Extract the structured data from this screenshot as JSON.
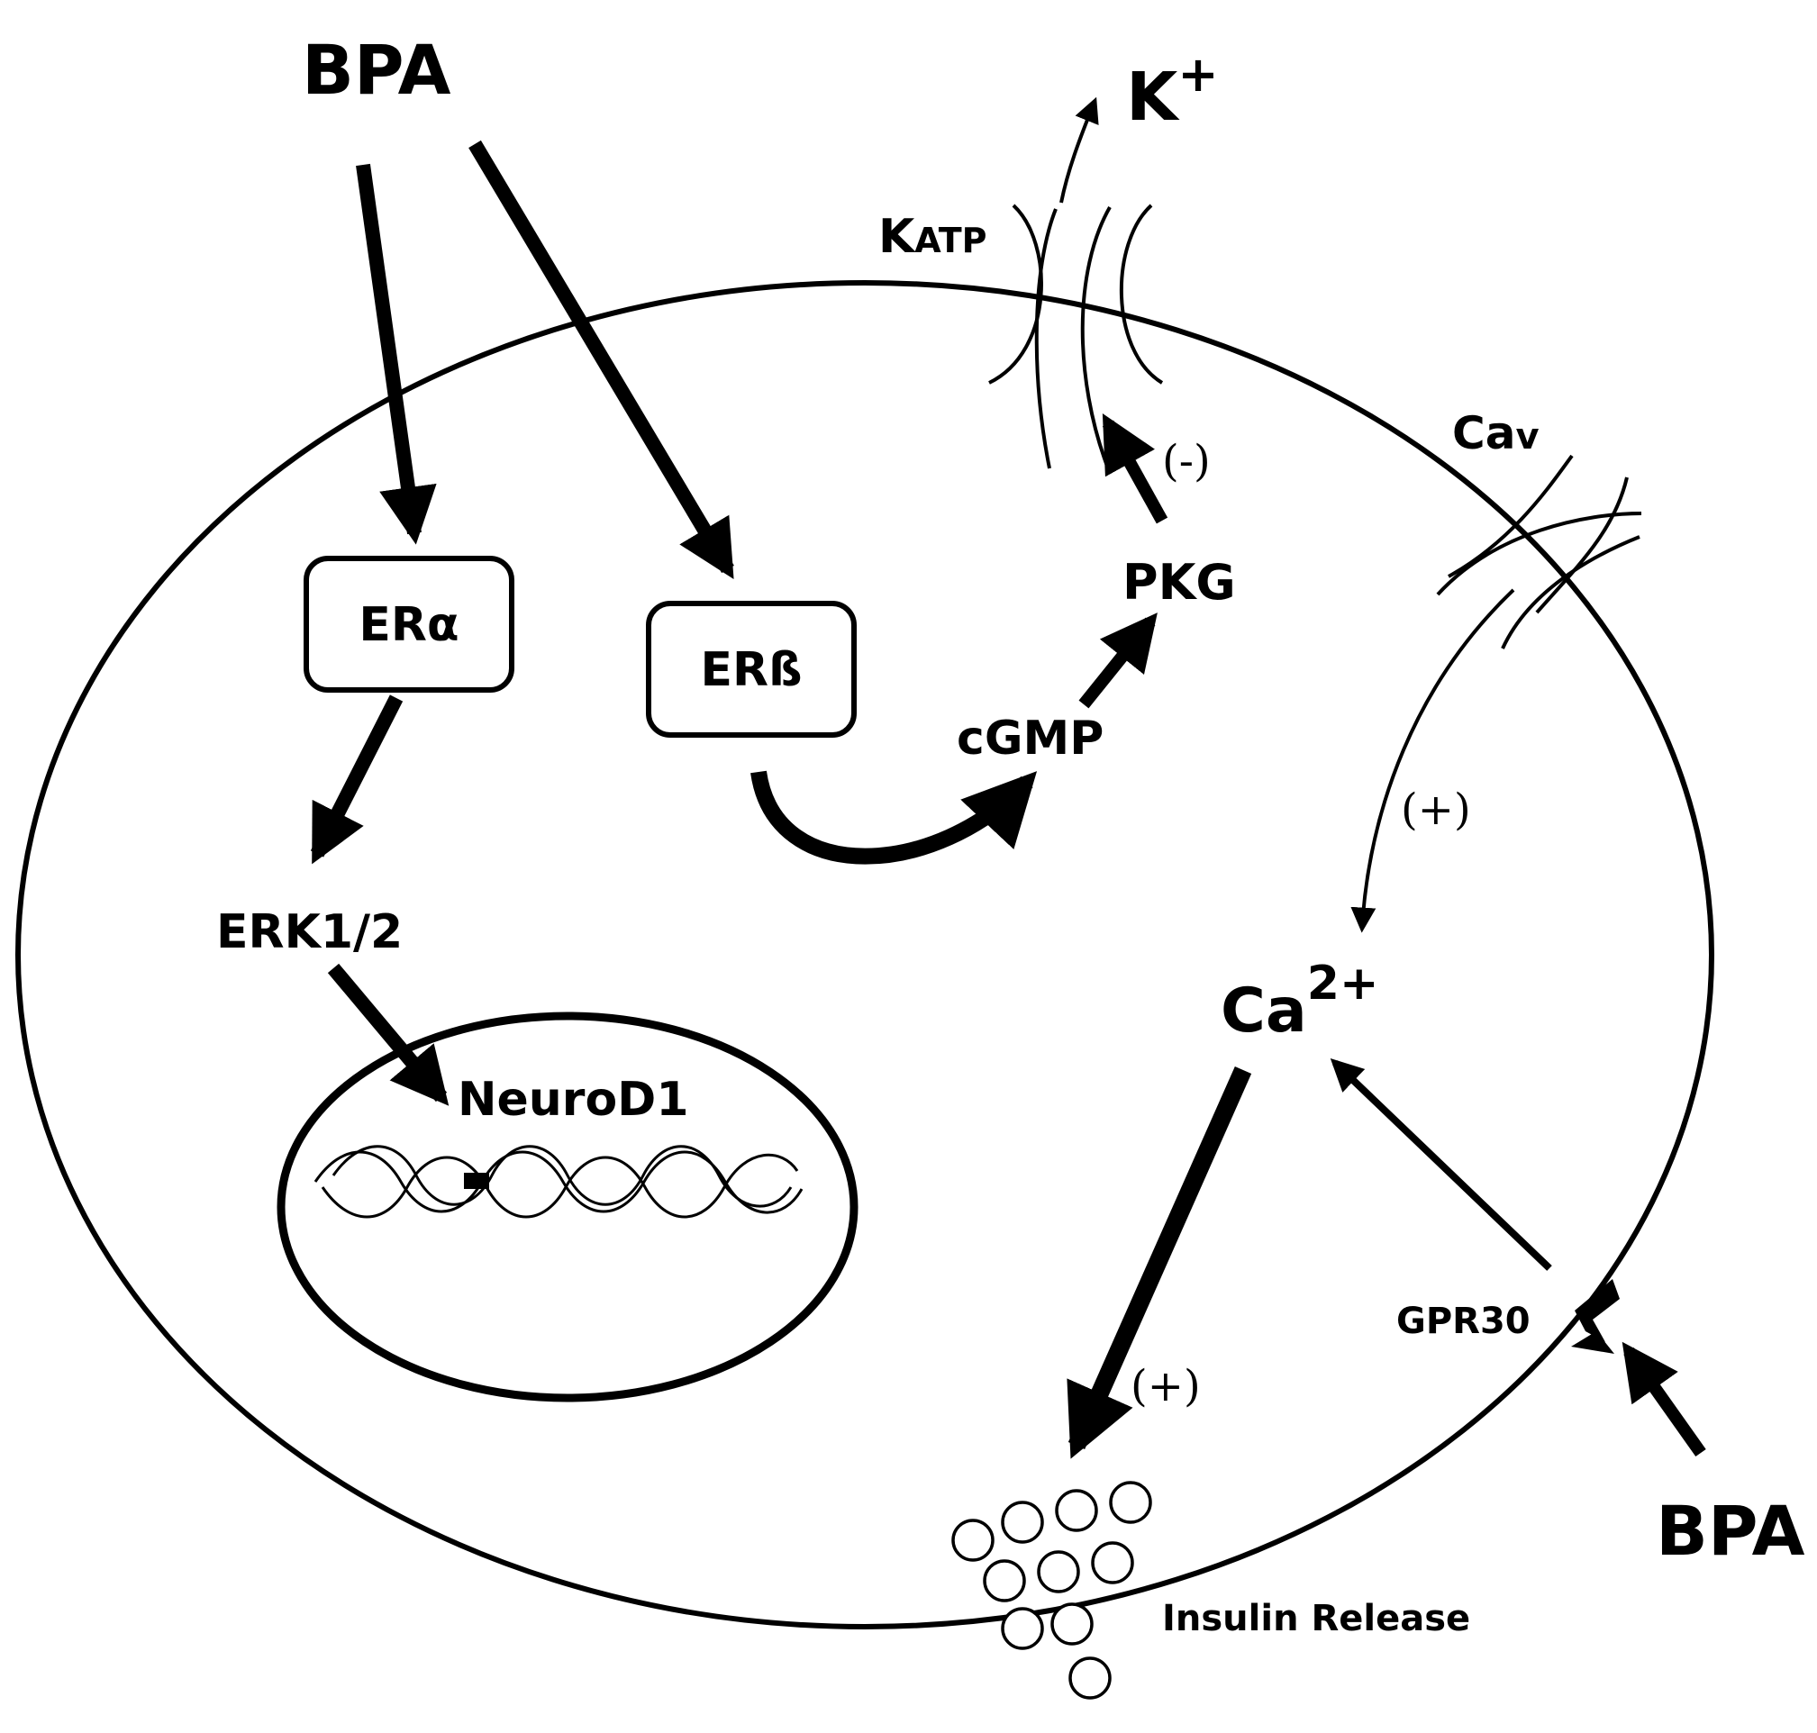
{
  "labels": {
    "bpa_top": "BPA",
    "bpa_bottom": "BPA",
    "k_ion": "K",
    "k_charge": "+",
    "katp_k": "K",
    "katp_sub": "ATP",
    "cav_ca": "Ca",
    "cav_sub": "v",
    "er_alpha": "ERα",
    "er_beta": "ERß",
    "pkg": "PKG",
    "cgmp": "cGMP",
    "erk": "ERK1/2",
    "neurod1": "NeuroD1",
    "ca_ion": "Ca",
    "ca_charge": "2+",
    "gpr30": "GPR30",
    "insulin_release": "Insulin Release",
    "sign_pkg_katp": "(-)",
    "sign_cav_ca": "(+)",
    "sign_ca_insulin": "(+)"
  }
}
